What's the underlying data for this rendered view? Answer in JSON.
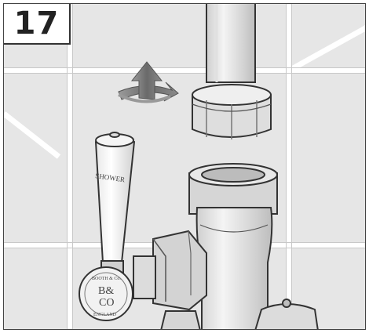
{
  "step": {
    "number": "17"
  },
  "handle": {
    "label": "SHOWER"
  },
  "badge": {
    "line1": "BOOTH & Co.",
    "monogram_top": "B&",
    "monogram_bottom": "CO",
    "line2": "ENGLAND"
  },
  "arrow": {
    "meaning": "unscrew-upward"
  },
  "colors": {
    "tile": "#e6e6e6",
    "grout": "#ffffff",
    "metal": "#d9d9d9",
    "outline": "#333333",
    "arrow": "#6f6f6f"
  }
}
